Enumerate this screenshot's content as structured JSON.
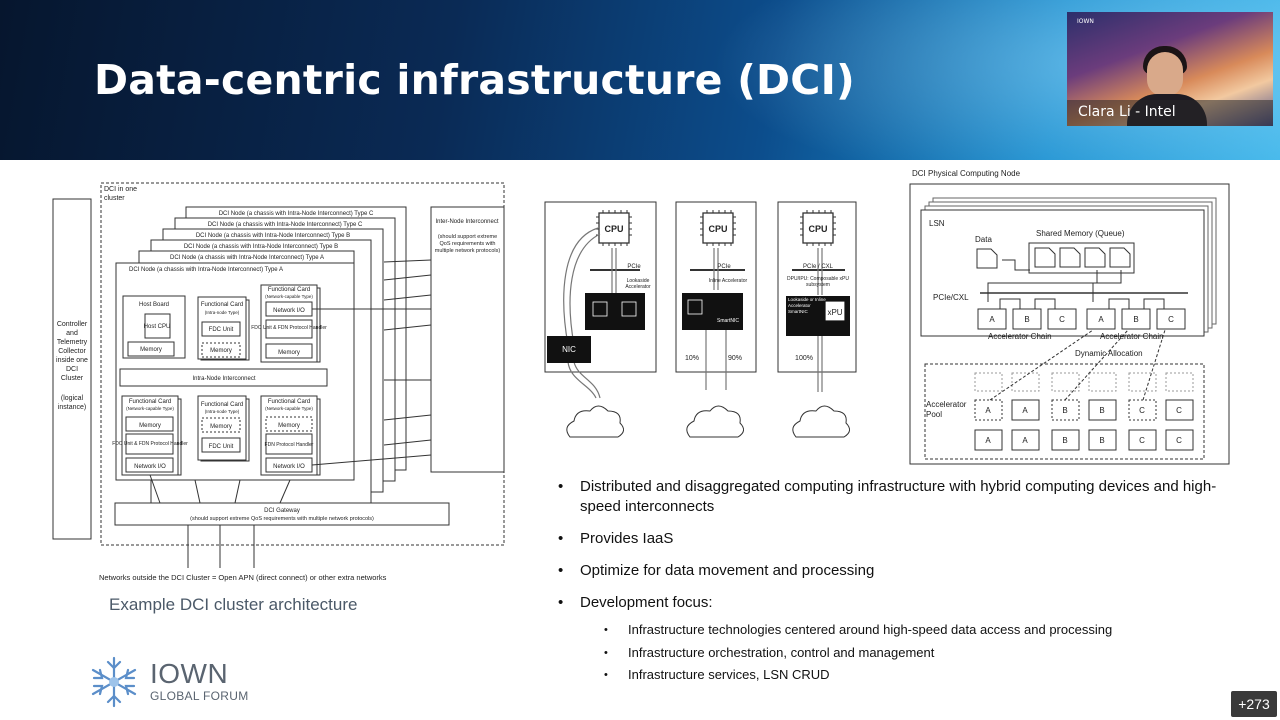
{
  "slide": {
    "title": "Data-centric infrastructure (DCI)",
    "caption": "Example DCI cluster architecture"
  },
  "video": {
    "participant_name": "Clara Li - Intel",
    "logo_text": "IOWN",
    "more_participants": "+273"
  },
  "logo": {
    "line1": "IOWN",
    "line2": "GLOBAL FORUM"
  },
  "cluster_diagram": {
    "cluster_label": "DCI in one cluster",
    "controller": "Controller and Telemetry Collector inside one DCI Cluster",
    "controller_note": "(logical instance)",
    "node_types": [
      "DCI Node (a chassis with Intra-Node Interconnect) Type C",
      "DCI Node (a chassis with Intra-Node Interconnect) Type C",
      "DCI Node (a chassis with Intra-Node Interconnect) Type B",
      "DCI Node (a chassis with Intra-Node Interconnect) Type B",
      "DCI Node (a chassis with Intra-Node Interconnect) Type A",
      "DCI Node (a chassis with Intra-Node Interconnect) Type A"
    ],
    "inter_node": "Inter-Node Interconnect",
    "inter_node_note": "(should support extreme QoS requirements with multiple network protocols)",
    "host_board": "Host Board",
    "host_cpu": "Host CPU",
    "memory": "Memory",
    "functional_card": "Functional Card",
    "fc_intra": "(Intra-node Type)",
    "fc_network": "(Network-capable Type)",
    "fdc_unit": "FDC Unit",
    "network_io": "Network I/O",
    "fdc_fdn": "FDC Unit & FDN Protocol Handler",
    "fdn_handler": "FDN Protocol Handler",
    "intra_node": "Intra-Node Interconnect",
    "gateway": "DCI Gateway",
    "gateway_note": "(should support extreme QoS requirements with multiple network protocols)",
    "networks_outside": "Networks outside the DCI Cluster = Open APN (direct connect) or other extra networks"
  },
  "accel_diagram": {
    "cpu": "CPU",
    "pcie": "PCIe",
    "pcie_cxl": "PCIe / CXL",
    "lookaside": "Lookaside Accelerator",
    "inline": "Inline Accelerator",
    "smartnic": "SmartNIC",
    "composable": "DPU/IPU: Composable xPU subsystem",
    "lookaside_inline": "Lookaside or Inline Accelerator SmartNIC",
    "xpu": "xPU",
    "nic": "NIC",
    "p10": "10%",
    "p90": "90%",
    "p100": "100%"
  },
  "physical_node": {
    "title": "DCI Physical Computing Node",
    "lsn": "LSN",
    "data": "Data",
    "shared_memory": "Shared Memory (Queue)",
    "pcie_cxl": "PCIe/CXL",
    "chain_letters": [
      "A",
      "B",
      "C",
      "A",
      "B",
      "C"
    ],
    "accelerator_chain": "Accelerator Chain",
    "dynamic_allocation": "Dynamic Allocation",
    "accelerator_pool": "Accelerator Pool",
    "pool_row1": [
      "A",
      "A",
      "B",
      "B",
      "C",
      "C"
    ],
    "pool_row2": [
      "A",
      "A",
      "B",
      "B",
      "C",
      "C"
    ]
  },
  "bullets": {
    "b1": "Distributed and disaggregated computing infrastructure with hybrid computing devices and high-speed interconnects",
    "b2": "Provides IaaS",
    "b3": "Optimize for data movement and processing",
    "b4": "Development focus:",
    "sub": [
      "Infrastructure technologies centered around high-speed data access and processing",
      "Infrastructure orchestration, control and management",
      "Infrastructure services, LSN CRUD"
    ]
  }
}
